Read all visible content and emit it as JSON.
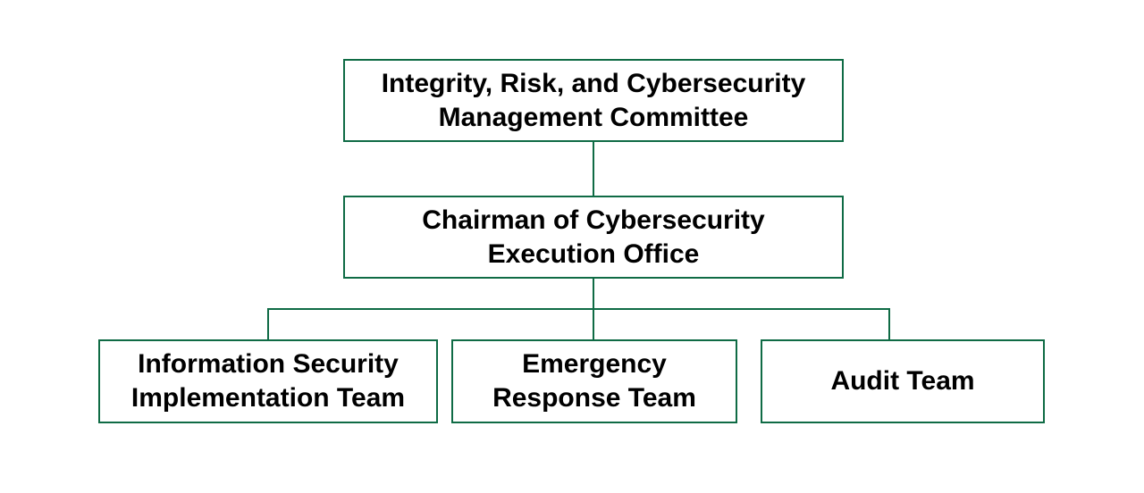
{
  "colors": {
    "border": "#0f6b45",
    "connector": "#0f6b45",
    "text": "#000000",
    "background": "#ffffff"
  },
  "nodes": {
    "committee": {
      "label": "Integrity, Risk, and Cybersecurity\nManagement Committee"
    },
    "chairman": {
      "label": "Chairman of Cybersecurity\nExecution Office"
    },
    "infosec": {
      "label": "Information Security\nImplementation Team"
    },
    "emergency": {
      "label": "Emergency\nResponse Team"
    },
    "audit": {
      "label": "Audit Team"
    }
  },
  "edges": [
    {
      "from": "committee",
      "to": "chairman"
    },
    {
      "from": "chairman",
      "to": "infosec"
    },
    {
      "from": "chairman",
      "to": "emergency"
    },
    {
      "from": "chairman",
      "to": "audit"
    }
  ]
}
